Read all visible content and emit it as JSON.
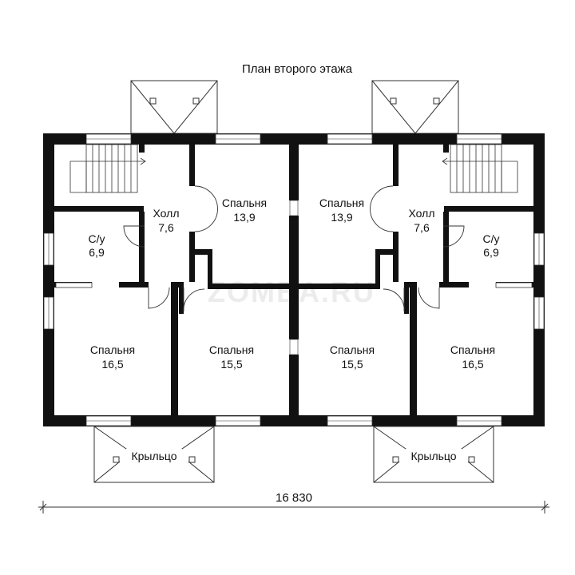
{
  "title": "План второго этажа",
  "watermark": "ZOMBA.RU",
  "dimension": "16 830",
  "colors": {
    "wall": "#111111",
    "line": "#333333",
    "watermark": "#e6e6e6"
  },
  "rooms": [
    {
      "name": "Холл",
      "area": "7,6"
    },
    {
      "name": "Спальня",
      "area": "13,9"
    },
    {
      "name": "Спальня",
      "area": "13,9"
    },
    {
      "name": "Холл",
      "area": "7,6"
    },
    {
      "name": "С/у",
      "area": "6,9"
    },
    {
      "name": "С/у",
      "area": "6,9"
    },
    {
      "name": "Спальня",
      "area": "16,5"
    },
    {
      "name": "Спальня",
      "area": "15,5"
    },
    {
      "name": "Спальня",
      "area": "15,5"
    },
    {
      "name": "Спальня",
      "area": "16,5"
    }
  ],
  "porches": [
    {
      "label": "Крыльцо"
    },
    {
      "label": "Крыльцо"
    }
  ]
}
